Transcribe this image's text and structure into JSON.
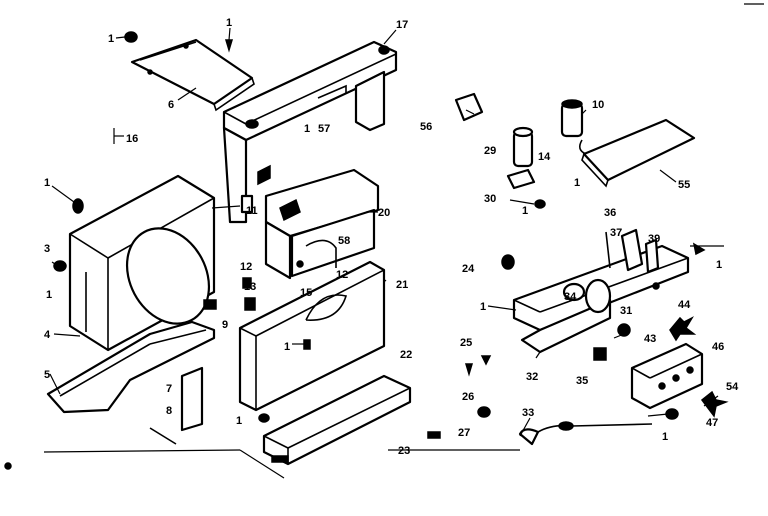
{
  "diagram": {
    "labels": {
      "l1a": "1",
      "l1b": "1",
      "l6": "6",
      "l17": "17",
      "l57": "57",
      "l1c": "1",
      "l16": "16",
      "l1d": "1",
      "l3": "3",
      "l1e": "1",
      "l4": "4",
      "l5": "5",
      "l11": "11",
      "l20": "20",
      "l58": "58",
      "l12a": "12",
      "l13": "13",
      "l15": "15",
      "l12b": "12",
      "l21": "21",
      "l9": "9",
      "l1f": "1",
      "l7": "7",
      "l8": "8",
      "l1g": "1",
      "l22": "22",
      "l23": "23",
      "l56": "56",
      "l10": "10",
      "l29": "29",
      "l14": "14",
      "l1h": "1",
      "l55": "55",
      "l30": "30",
      "l1i": "1",
      "l36": "36",
      "l37": "37",
      "l39": "39",
      "l1j": "1",
      "l24": "24",
      "l1k": "1",
      "l34": "34",
      "l31": "31",
      "l44": "44",
      "l43": "43",
      "l46": "46",
      "l25": "25",
      "l32": "32",
      "l35": "35",
      "l26": "26",
      "l27": "27",
      "l33": "33",
      "l54": "54",
      "l47": "47",
      "l1l": "1"
    }
  }
}
